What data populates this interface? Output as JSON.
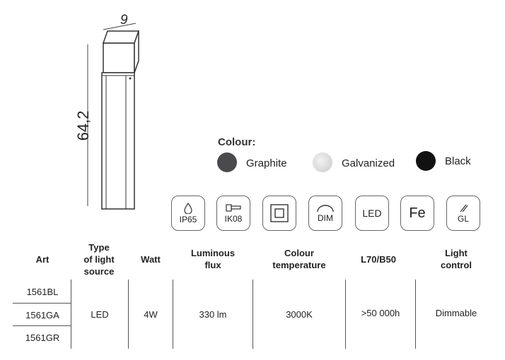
{
  "dimensions": {
    "width": "9",
    "height": "64,2"
  },
  "colour": {
    "title": "Colour:",
    "options": [
      {
        "label": "Graphite",
        "color": "#4a4a4d"
      },
      {
        "label": "Galvanized",
        "color": "#dcdcdc"
      },
      {
        "label": "Black",
        "color": "#111111"
      }
    ]
  },
  "icons": [
    {
      "name": "ip65-drop-icon",
      "label": "IP65"
    },
    {
      "name": "ik08-hammer-icon",
      "label": "IK08"
    },
    {
      "name": "class-ii-insulation-icon",
      "label": ""
    },
    {
      "name": "dim-icon",
      "label": "DIM"
    },
    {
      "name": "led-icon",
      "label": "LED"
    },
    {
      "name": "fe-icon",
      "label": "Fe"
    },
    {
      "name": "gl-icon",
      "label": "GL"
    }
  ],
  "table": {
    "headers": {
      "art": "Art",
      "type": [
        "Type",
        "of light",
        "source"
      ],
      "watt": "Watt",
      "flux": [
        "Luminous",
        "flux"
      ],
      "temp": [
        "Colour",
        "temperature"
      ],
      "life": "L70/B50",
      "control": [
        "Light",
        "control"
      ]
    },
    "articles": [
      "1561BL",
      "1561GA",
      "1561GR"
    ],
    "type": "LED",
    "watt": "4W",
    "flux": "330 lm",
    "temp": "3000K",
    "life": ">50 000h",
    "control": "Dimmable"
  }
}
